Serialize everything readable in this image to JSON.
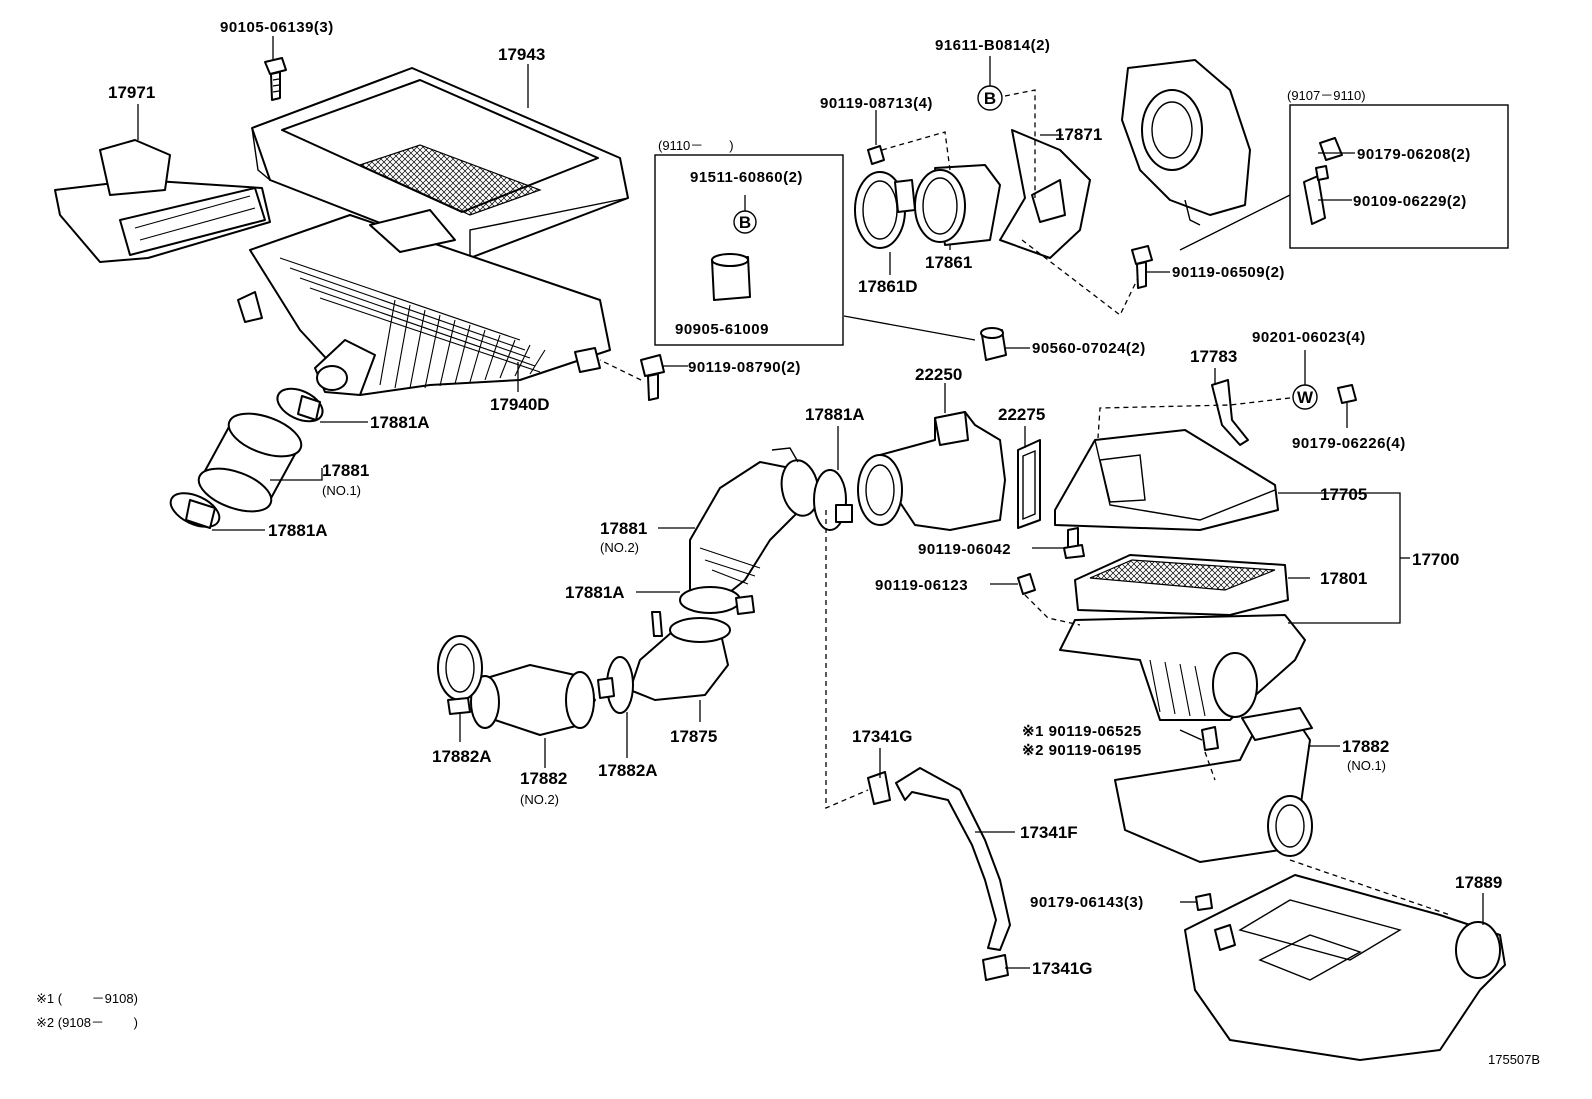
{
  "labels": {
    "p90105_06139": "90105-06139(3)",
    "p17943": "17943",
    "p17971": "17971",
    "p17940D": "17940D",
    "p90119_08790": "90119-08790(2)",
    "p17881A_top": "17881A",
    "p17881_no1": "17881",
    "p17881_no1_sub": "(NO.1)",
    "p17881A_bottom": "17881A",
    "box1_range": "(9110－　　)",
    "p91511_60860": "91511-60860(2)",
    "p90905_61009": "90905-61009",
    "p91611_B0814": "91611-B0814(2)",
    "p90119_08713": "90119-08713(4)",
    "p17871": "17871",
    "p17861": "17861",
    "p17861D": "17861D",
    "box2_range": "(9107－9110)",
    "p90179_06208": "90179-06208(2)",
    "p90109_06229": "90109-06229(2)",
    "p90119_06509": "90119-06509(2)",
    "p90560_07024": "90560-07024(2)",
    "p90201_06023": "90201-06023(4)",
    "p17783": "17783",
    "p90179_06226": "90179-06226(4)",
    "p22250": "22250",
    "p22275": "22275",
    "p17881A_mid": "17881A",
    "p17705": "17705",
    "p17700": "17700",
    "p17801": "17801",
    "p90119_06042": "90119-06042",
    "p90119_06123": "90119-06123",
    "p17881_no2": "17881",
    "p17881_no2_sub": "(NO.2)",
    "p17881A_low": "17881A",
    "p17882A_left": "17882A",
    "p17882_no2": "17882",
    "p17882_no2_sub": "(NO.2)",
    "p17882A_right": "17882A",
    "p17875": "17875",
    "p17341G_top": "17341G",
    "p17341F": "17341F",
    "p17341G_bottom": "17341G",
    "note1_part": "※1 90119-06525",
    "note2_part": "※2 90119-06195",
    "p17882_no1": "17882",
    "p17882_no1_sub": "(NO.1)",
    "p90179_06143": "90179-06143(3)",
    "p17889": "17889",
    "footnote1": "※1 (　　 －9108)",
    "footnote2": "※2 (9108－　　 )",
    "marker_b1": "B",
    "marker_b2": "B",
    "marker_w": "W",
    "figure_id": "175507B"
  }
}
